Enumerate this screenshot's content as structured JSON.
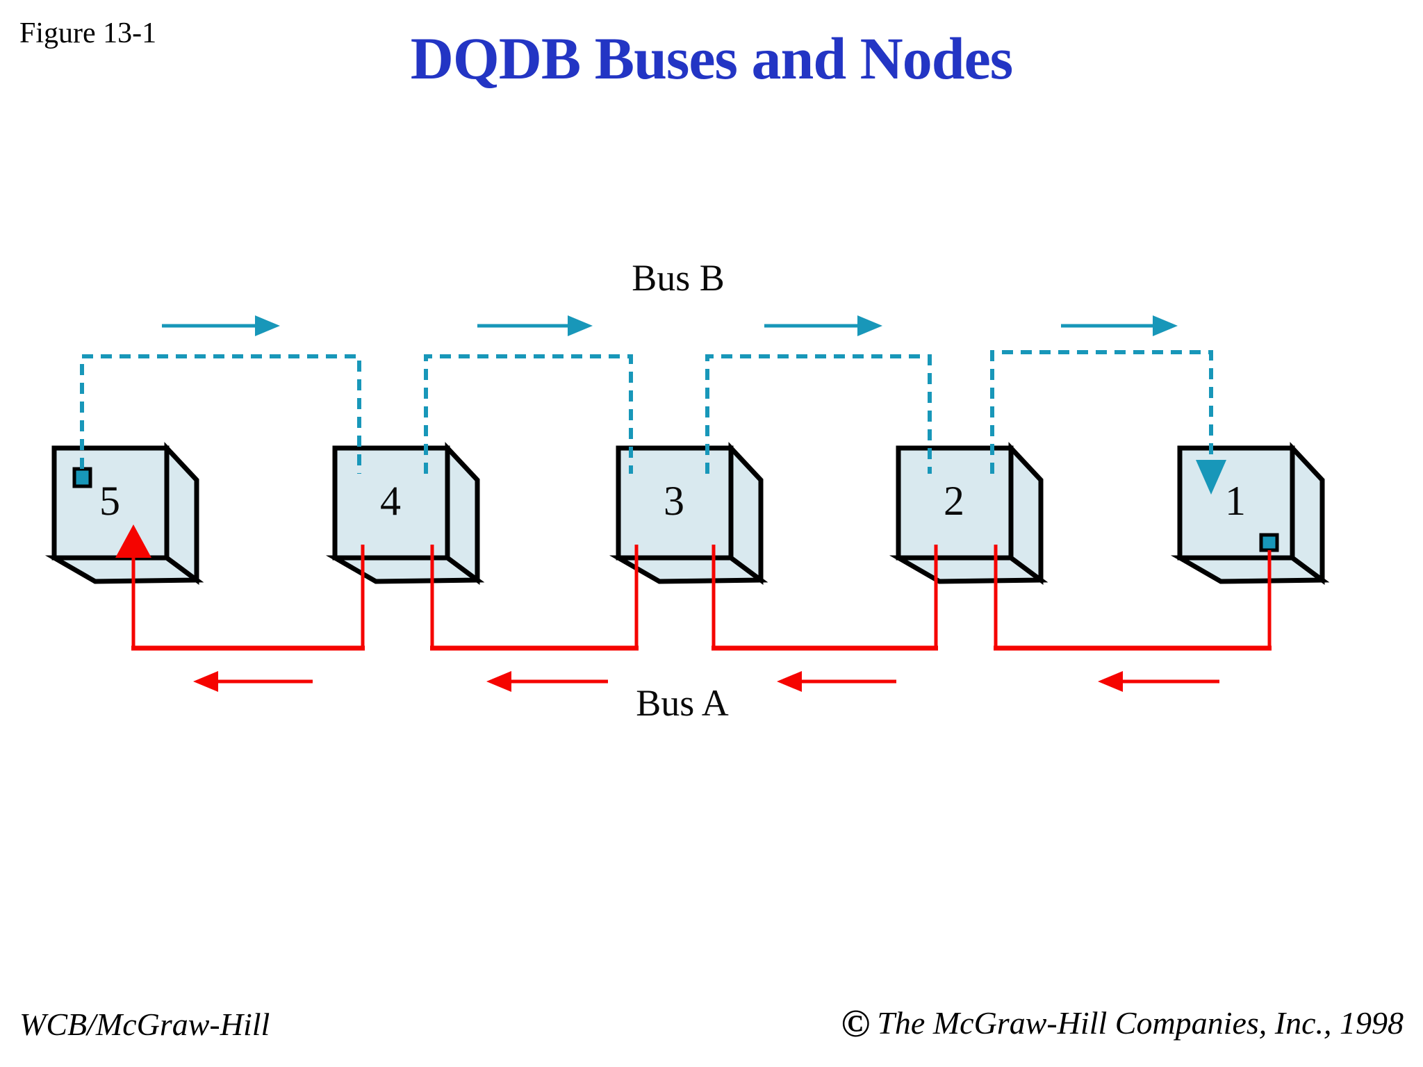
{
  "figure_label": "Figure 13-1",
  "title": "DQDB Buses and Nodes",
  "diagram": {
    "bus_b_label": "Bus B",
    "bus_a_label": "Bus A",
    "nodes": [
      {
        "label": "5"
      },
      {
        "label": "4"
      },
      {
        "label": "3"
      },
      {
        "label": "2"
      },
      {
        "label": "1"
      }
    ]
  },
  "footer": {
    "left": "WCB/McGraw-Hill",
    "copyright_symbol": "©",
    "right": "The McGraw-Hill Companies, Inc., 1998"
  },
  "colors": {
    "teal": "#1897B9",
    "red": "#F50400",
    "node_fill": "#D9E9EF",
    "title_blue": "#2335C4"
  }
}
